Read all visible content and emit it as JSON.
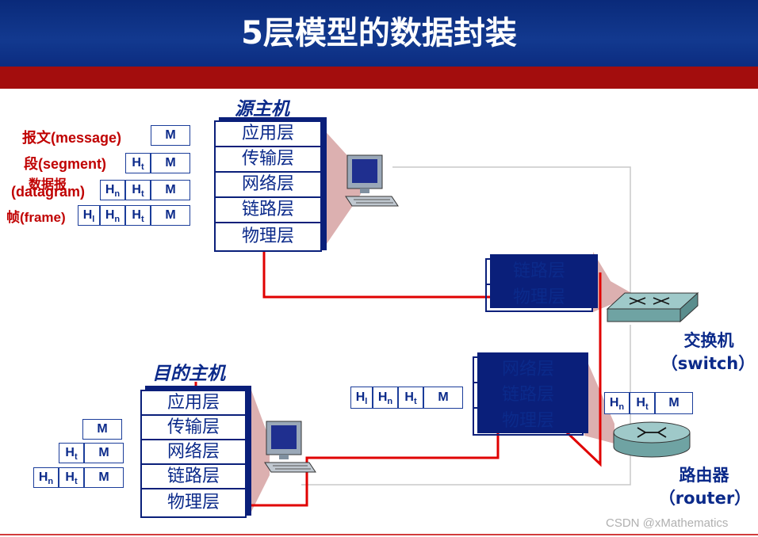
{
  "title": "5层模型的数据封装",
  "source_host": {
    "label": "源主机",
    "layers": [
      "应用层",
      "传输层",
      "网络层",
      "链路层",
      "物理层"
    ]
  },
  "dest_host": {
    "label": "目的主机",
    "layers": [
      "应用层",
      "传输层",
      "网络层",
      "链路层",
      "物理层"
    ]
  },
  "switch": {
    "layers": [
      "链路层",
      "物理层"
    ],
    "label": "交换机",
    "label_en": "（switch）"
  },
  "router": {
    "layers": [
      "网络层",
      "链路层",
      "物理层"
    ],
    "label": "路由器",
    "label_en": "（router）"
  },
  "pdu_labels": {
    "message": "报文(message)",
    "segment": "段(segment)",
    "datagram_cn": "数据报",
    "datagram_en": "(datagram)",
    "frame": "帧(frame)"
  },
  "header_letters": {
    "H": "H",
    "l": "l",
    "n": "n",
    "t": "t",
    "M": "M"
  },
  "watermark": "CSDN @xMathematics",
  "colors": {
    "title_bg": "#12398f",
    "red_bar": "#a30d0d",
    "stack_border": "#0a1f7a",
    "path_line": "#e00000",
    "label_red": "#c00000",
    "label_blue": "#0b2a8a"
  },
  "icons": [
    "computer-icon",
    "switch-icon",
    "router-icon"
  ]
}
